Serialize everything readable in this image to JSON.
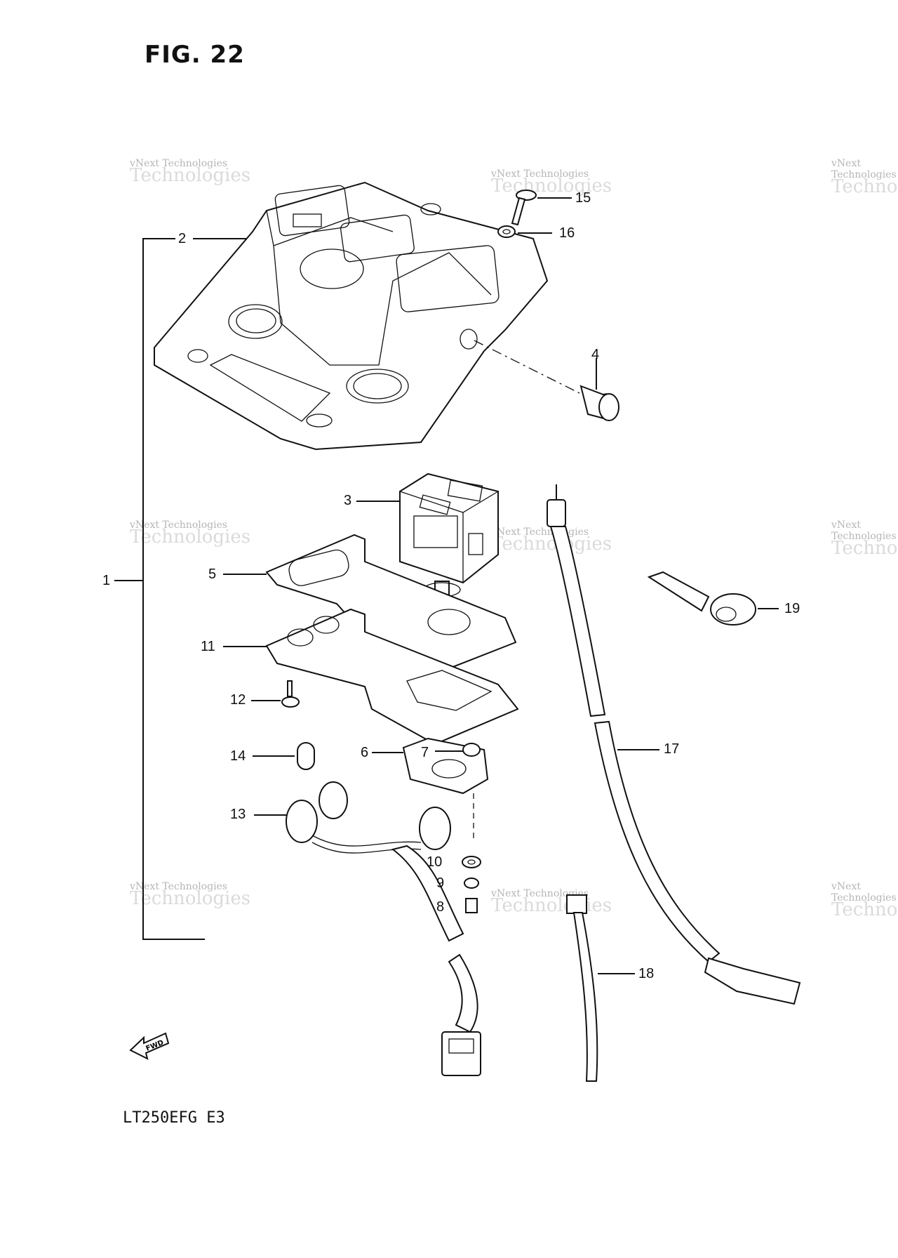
{
  "figure": {
    "title": "FIG. 22",
    "model": "LT250EFG  E3"
  },
  "fwd_label": "FWD",
  "watermark": {
    "line1": "vNext Technologies",
    "line2": "Technologies"
  },
  "callouts": {
    "c1": "1",
    "c2": "2",
    "c3": "3",
    "c4": "4",
    "c5": "5",
    "c6": "6",
    "c7": "7",
    "c8": "8",
    "c9": "9",
    "c10": "10",
    "c11": "11",
    "c12": "12",
    "c13": "13",
    "c14": "14",
    "c15": "15",
    "c16": "16",
    "c17": "17",
    "c18": "18",
    "c19": "19"
  }
}
